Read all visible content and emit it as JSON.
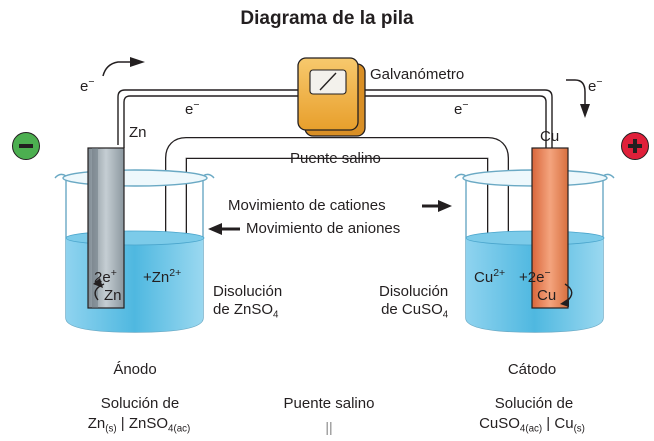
{
  "title": "Diagrama de la pila",
  "galvanometer": "Galvanómetro",
  "electron": "e",
  "electron_sign": "−",
  "bridge_label": "Puente salino",
  "anode": {
    "metal": "Zn",
    "reaction_left": "2e",
    "reaction_left_charge": "+",
    "reaction_ion": "+Zn",
    "reaction_ion_charge": "2+",
    "reaction_metal": "Zn",
    "solution_line1": "Disolución",
    "solution_line2": "de ZnSO",
    "solution_sub": "4",
    "name": "Ánodo",
    "caption_line1": "Solución de",
    "caption_zn": "Zn",
    "caption_zn_state": "(s)",
    "caption_sep": " | ",
    "caption_salt": "ZnSO",
    "caption_salt_state": "4(ac)",
    "sign_color": "#4caf50"
  },
  "cathode": {
    "metal": "Cu",
    "reaction_ion": "Cu",
    "reaction_ion_charge": "2+",
    "reaction_right": "+2e",
    "reaction_right_charge": "−",
    "reaction_metal": "Cu",
    "solution_line1": "Disolución",
    "solution_line2": "de CuSO",
    "solution_sub": "4",
    "name": "Cátodo",
    "caption_line1": "Solución de",
    "caption_salt": "CuSO",
    "caption_salt_state": "4(ac)",
    "caption_sep": " | ",
    "caption_cu": "Cu",
    "caption_cu_state": "(s)",
    "sign_color": "#e0203a"
  },
  "cation_movement": "Movimiento de cationes",
  "anion_movement": "Movimiento de aniones",
  "bridge_caption": "Puente salino",
  "bridge_symbol": "||",
  "colors": {
    "solution": "#4fb8e0",
    "zinc": "#9aa6ae",
    "copper": "#e8865a",
    "galvanometer": "#f2b347"
  }
}
